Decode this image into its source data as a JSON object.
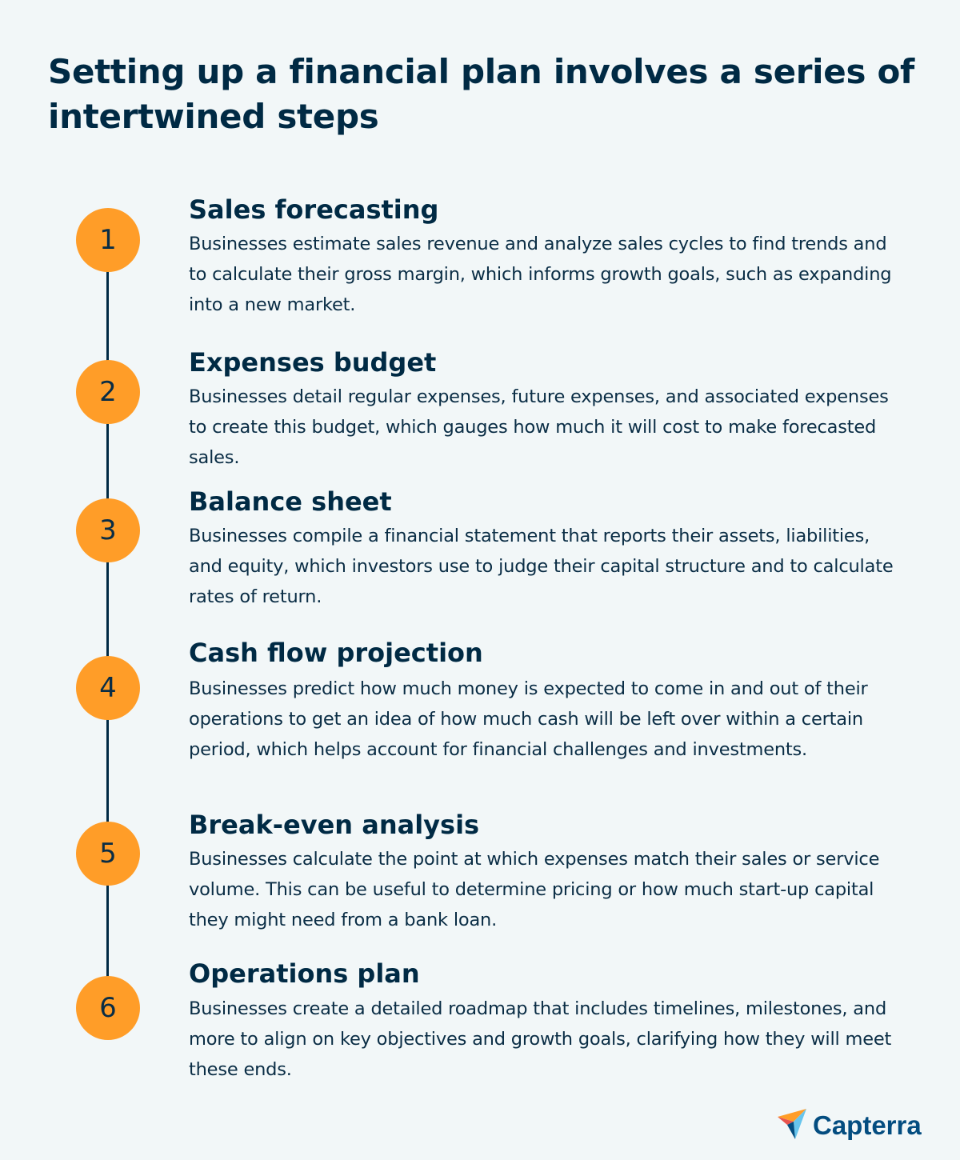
{
  "header": {
    "title": "Setting up a financial plan involves a series of intertwined steps"
  },
  "colors": {
    "background": "#f2f7f8",
    "accent_circle": "#ff9d28",
    "text_dark": "#002a44",
    "logo_blue": "#044d80"
  },
  "steps": [
    {
      "number": "1",
      "title": "Sales forecasting",
      "description": "Businesses estimate sales revenue and analyze sales cycles to find trends and to calculate their gross margin, which informs growth goals, such as expanding into a new market."
    },
    {
      "number": "2",
      "title": "Expenses budget",
      "description": "Businesses detail regular expenses, future expenses, and associated expenses to create this budget, which gauges how much it will cost to make forecasted sales."
    },
    {
      "number": "3",
      "title": "Balance sheet",
      "description": "Businesses compile a financial statement that reports their assets, liabilities, and equity, which investors use to judge their capital structure and to calculate rates of return."
    },
    {
      "number": "4",
      "title": "Cash flow projection",
      "description": "Businesses predict how much money is expected to come in and out of their operations to get an idea of how much cash will be left over within a certain period, which helps account for financial challenges and investments."
    },
    {
      "number": "5",
      "title": "Break-even analysis",
      "description": "Businesses calculate the point at which expenses match their sales or service volume. This can be useful to determine pricing or how much start-up capital they might need from a bank loan."
    },
    {
      "number": "6",
      "title": "Operations plan",
      "description": "Businesses create a detailed roadmap that includes timelines, milestones, and more to align on key objectives and growth goals, clarifying how they will meet these ends."
    }
  ],
  "footer": {
    "logo_text": "Capterra",
    "logo_icon": "capterra-arrow-icon"
  }
}
